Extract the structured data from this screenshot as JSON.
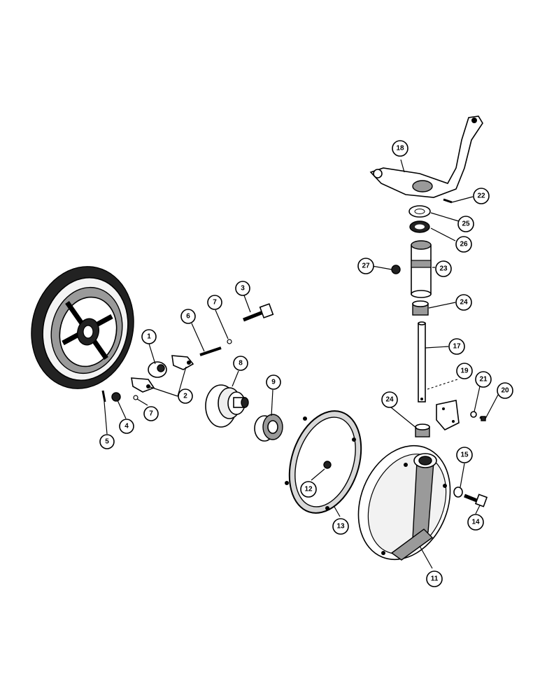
{
  "callouts": [
    {
      "id": "c1",
      "label": "1"
    },
    {
      "id": "c2",
      "label": "2"
    },
    {
      "id": "c3",
      "label": "3"
    },
    {
      "id": "c4",
      "label": "4"
    },
    {
      "id": "c5",
      "label": "5"
    },
    {
      "id": "c6",
      "label": "6"
    },
    {
      "id": "c7a",
      "label": "7"
    },
    {
      "id": "c7b",
      "label": "7"
    },
    {
      "id": "c8",
      "label": "8"
    },
    {
      "id": "c9",
      "label": "9"
    },
    {
      "id": "c11",
      "label": "11"
    },
    {
      "id": "c12",
      "label": "12"
    },
    {
      "id": "c13",
      "label": "13"
    },
    {
      "id": "c14",
      "label": "14"
    },
    {
      "id": "c15",
      "label": "15"
    },
    {
      "id": "c17",
      "label": "17"
    },
    {
      "id": "c18",
      "label": "18"
    },
    {
      "id": "c19",
      "label": "19"
    },
    {
      "id": "c20",
      "label": "20"
    },
    {
      "id": "c21",
      "label": "21"
    },
    {
      "id": "c22",
      "label": "22"
    },
    {
      "id": "c23",
      "label": "23"
    },
    {
      "id": "c24a",
      "label": "24"
    },
    {
      "id": "c24b",
      "label": "24"
    },
    {
      "id": "c25",
      "label": "25"
    },
    {
      "id": "c26",
      "label": "26"
    },
    {
      "id": "c27",
      "label": "27"
    }
  ]
}
